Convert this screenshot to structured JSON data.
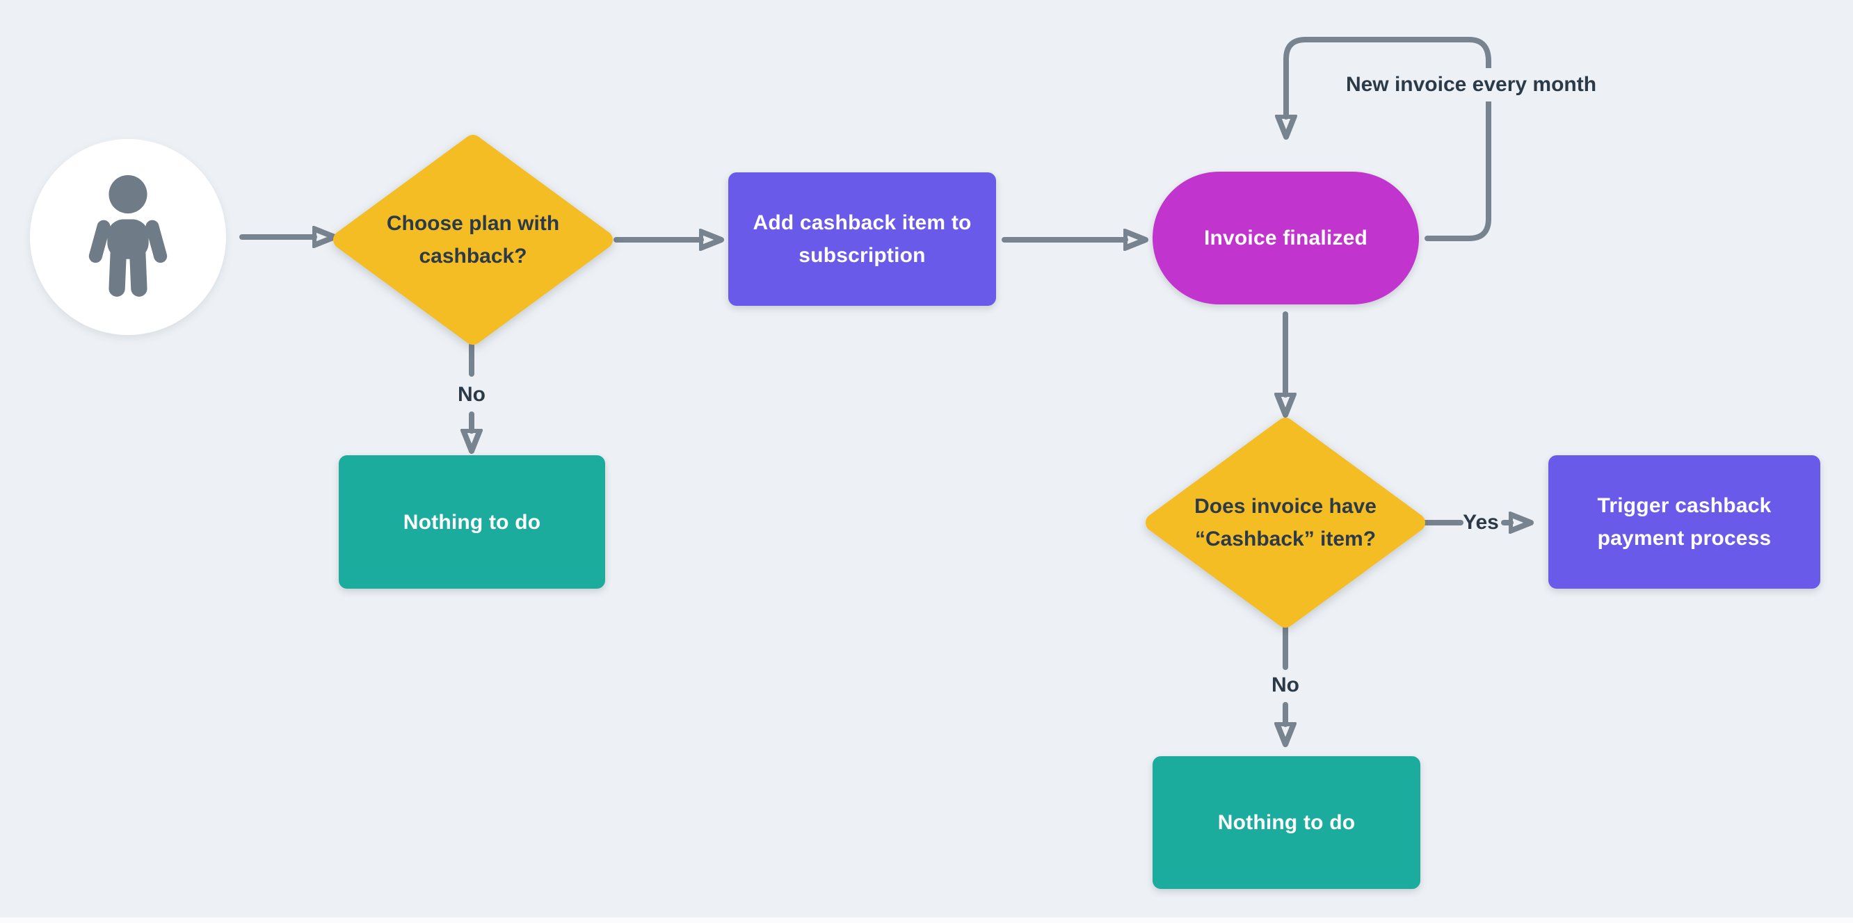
{
  "canvas": {
    "type": "flowchart",
    "background_color": "#EDF1F5"
  },
  "colors": {
    "decision_fill": "#F5BD24",
    "process_fill": "#6A5AE9",
    "event_fill": "#C135CE",
    "terminal_fill": "#1CAC9E",
    "arrow_stroke": "#77838E",
    "dark_text": "#2C3A47",
    "node_text": "#FFFFFF",
    "actor_background": "#FFFFFF",
    "actor_icon": "#6F7C88"
  },
  "nodes": {
    "actor": {
      "icon": "person-icon",
      "shape": "circle"
    },
    "decision1": {
      "label": "Choose plan with cashback?",
      "shape": "diamond"
    },
    "process1": {
      "label": "Add cashback item to subscription",
      "shape": "rectangle"
    },
    "event1": {
      "label": "Invoice finalized",
      "shape": "pill"
    },
    "terminal1": {
      "label": "Nothing to do",
      "shape": "rectangle"
    },
    "decision2": {
      "label": "Does invoice have “Cashback” item?",
      "shape": "diamond"
    },
    "process2": {
      "label": "Trigger cashback payment process",
      "shape": "rectangle"
    },
    "terminal2": {
      "label": "Nothing to do",
      "shape": "rectangle"
    }
  },
  "edges": [
    {
      "from": "actor",
      "to": "decision1",
      "label": ""
    },
    {
      "from": "decision1",
      "to": "process1",
      "label": ""
    },
    {
      "from": "process1",
      "to": "event1",
      "label": ""
    },
    {
      "from": "event1",
      "to": "event1",
      "label": "New invoice every month"
    },
    {
      "from": "event1",
      "to": "decision2",
      "label": ""
    },
    {
      "from": "decision1",
      "to": "terminal1",
      "label": "No"
    },
    {
      "from": "decision2",
      "to": "process2",
      "label": "Yes"
    },
    {
      "from": "decision2",
      "to": "terminal2",
      "label": "No"
    }
  ]
}
